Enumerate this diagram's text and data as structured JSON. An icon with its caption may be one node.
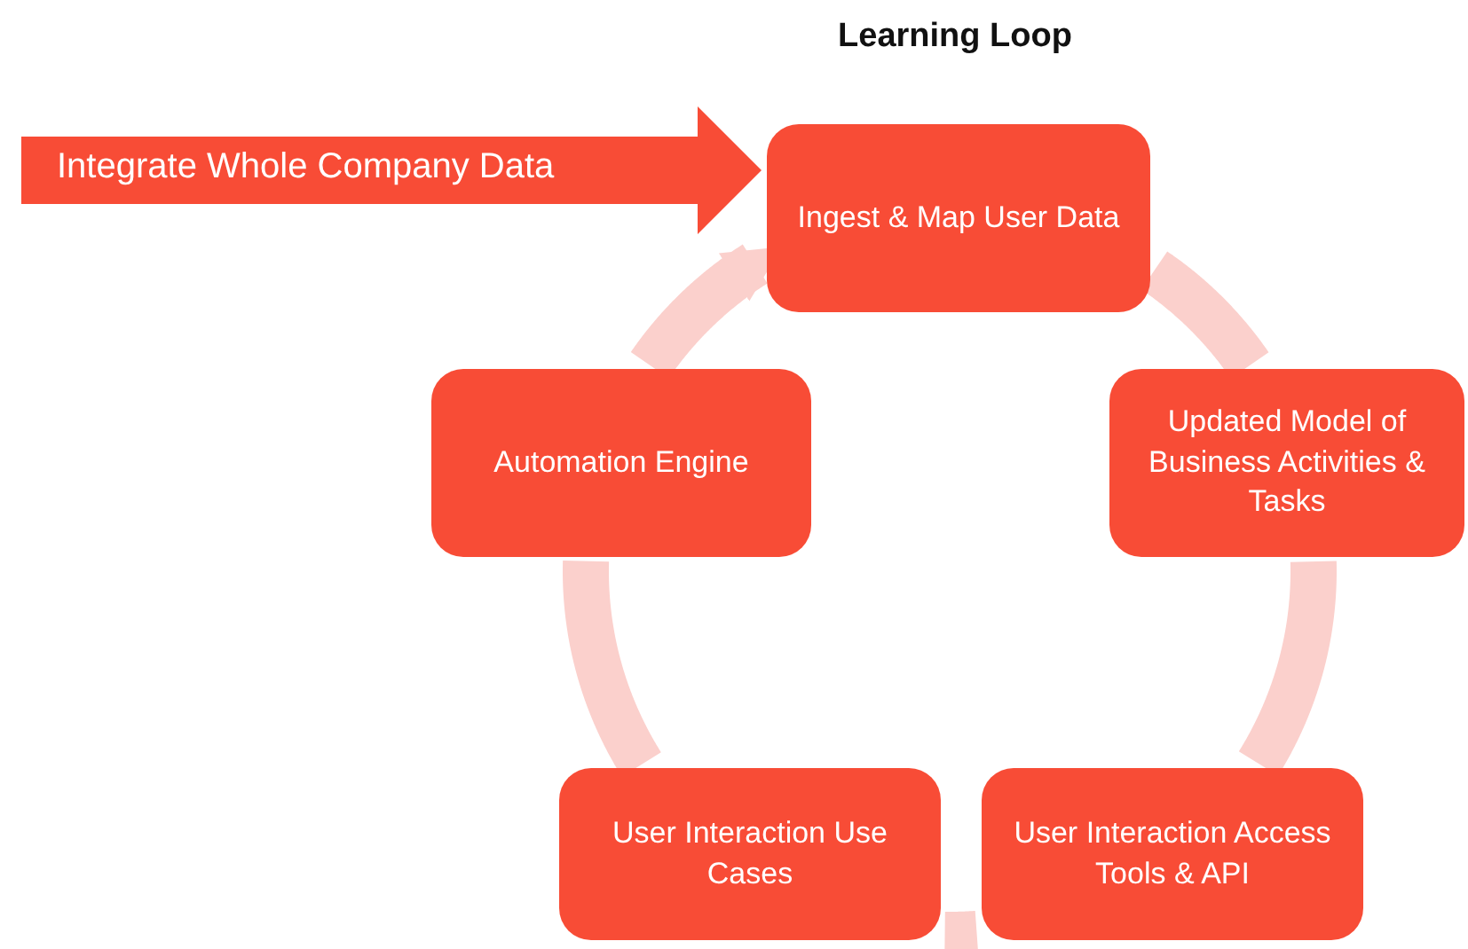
{
  "diagram": {
    "title": "Learning Loop",
    "nodes": [
      {
        "text": [
          "Ingest & Map User Data"
        ]
      },
      {
        "text": [
          "Updated Model of Business Activities & Tasks"
        ]
      },
      {
        "text": [
          "User Interaction Access Tools & API"
        ]
      },
      {
        "text": [
          "User Interaction Use Cases"
        ]
      },
      {
        "text": [
          "Automation Engine"
        ]
      }
    ],
    "edges": [
      {
        "from": null,
        "to": 0,
        "arrow": "to",
        "label": "Integrate Whole Company Data",
        "style": "thick",
        "color": "#f84c36"
      },
      {
        "from": 0,
        "to": 1,
        "arrow": "none"
      },
      {
        "from": 1,
        "to": 2,
        "arrow": "none"
      },
      {
        "from": 2,
        "to": 3,
        "arrow": "none"
      },
      {
        "from": 3,
        "to": 4,
        "arrow": "none"
      },
      {
        "from": 4,
        "to": 0,
        "arrow": "to"
      }
    ]
  }
}
